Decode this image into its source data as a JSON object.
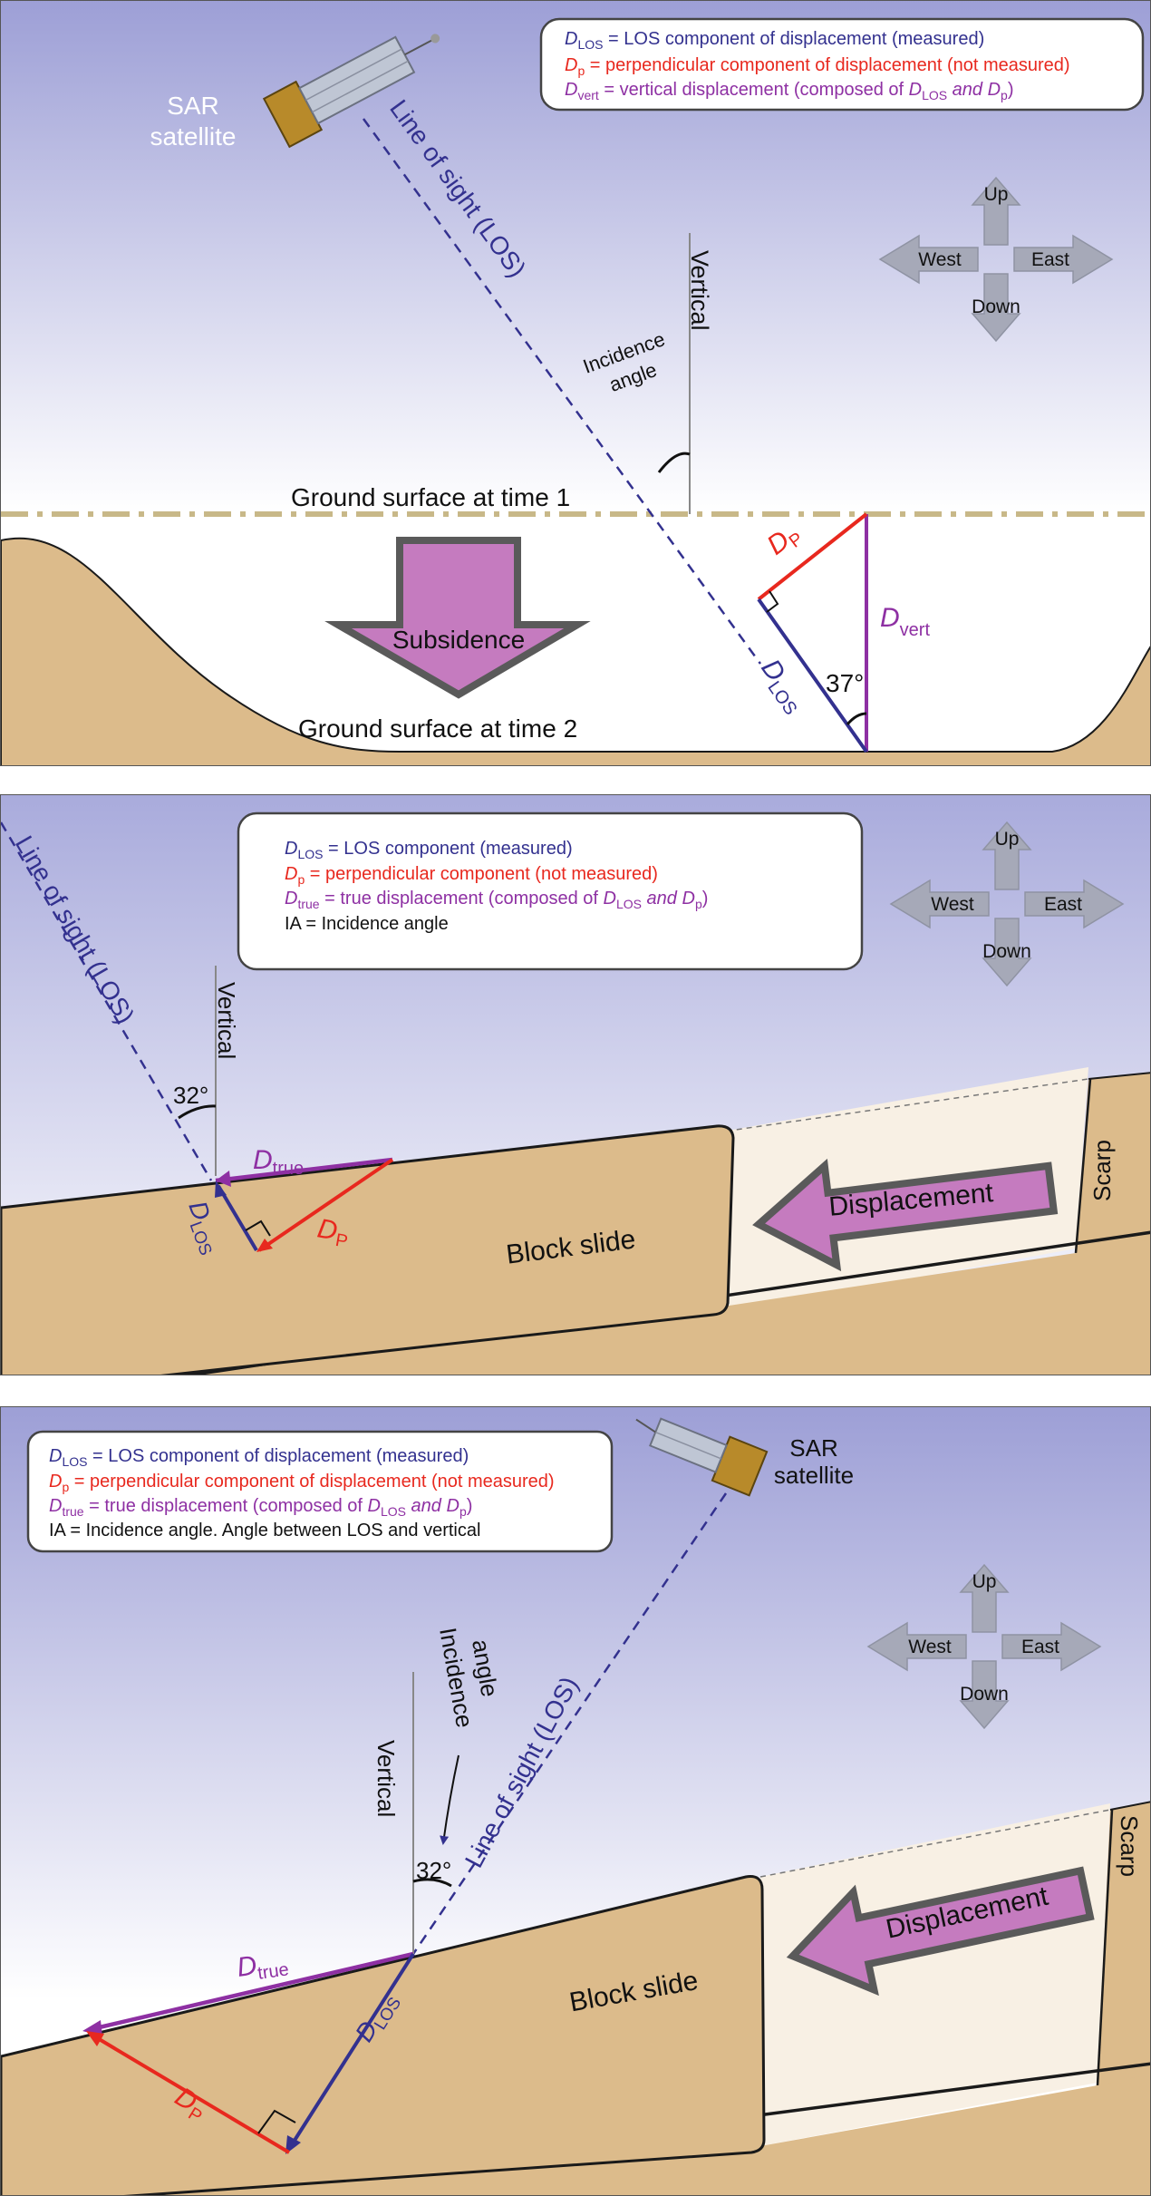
{
  "colors": {
    "sky_top": "#9d9fd6",
    "sky_bottom": "#ffffff",
    "ground": "#dcbb8b",
    "ground_line": "#1a1a1a",
    "los": "#33318f",
    "perp": "#e8281e",
    "vert_true": "#8e30a3",
    "arrow_fill": "#c57bbf",
    "arrow_edge": "#5a5a5a",
    "compass": "#a6a9b8",
    "datum": "#c8b888",
    "scarp_zone": "#f8f0e4"
  },
  "icons": [
    "satellite-icon",
    "compass-icon",
    "subsidence-arrow-icon",
    "displacement-arrow-icon"
  ],
  "panel1": {
    "legend": {
      "los_sub": "LOS",
      "los_text": " = LOS component of displacement (measured)",
      "p_sub": "p",
      "p_text": " = perpendicular component of displacement (not measured)",
      "vert_sub": "vert",
      "vert_text_a": " = vertical displacement (composed of ",
      "vert_text_b": " and ",
      "vert_text_c": ")"
    },
    "satellite_label": [
      "SAR",
      "satellite"
    ],
    "los_label": "Line of sight (LOS)",
    "vertical_label": "Vertical",
    "incidence_label": [
      "Incidence",
      "angle"
    ],
    "ground_time1": "Ground surface at time 1",
    "ground_time2": "Ground surface at time 2",
    "subsidence": "Subsidence",
    "angle": "37°",
    "d_p_sub": "P",
    "d_vert_sub": "vert",
    "d_los_sub": "LOS",
    "compass": {
      "up": "Up",
      "down": "Down",
      "west": "West",
      "east": "East"
    }
  },
  "panel2": {
    "legend": {
      "los_sub": "LOS",
      "los_text": " = LOS component (measured)",
      "p_sub": "p",
      "p_text": " = perpendicular component (not measured)",
      "true_sub": "true",
      "true_text_a": " = true displacement (composed of ",
      "true_text_b": " and ",
      "true_text_c": ")",
      "ia_text": "IA = Incidence angle"
    },
    "los_label": "Line of sight (LOS)",
    "vertical_label": "Vertical",
    "angle": "32°",
    "d_true_sub": "true",
    "d_p_sub": "P",
    "d_los_sub": "LOS",
    "block_slide": "Block slide",
    "displacement": "Displacement",
    "scarp": "Scarp",
    "compass": {
      "up": "Up",
      "down": "Down",
      "west": "West",
      "east": "East"
    }
  },
  "panel3": {
    "legend": {
      "los_sub": "LOS",
      "los_text": " = LOS component of displacement (measured)",
      "p_sub": "p",
      "p_text": " = perpendicular component of displacement (not measured)",
      "true_sub": "true",
      "true_text_a": " = true displacement (composed of ",
      "true_text_b": " and ",
      "true_text_c": ")",
      "ia_text": "IA = Incidence angle. Angle between LOS and vertical"
    },
    "satellite_label": [
      "SAR",
      "satellite"
    ],
    "los_label": "Line of sight (LOS)",
    "vertical_label": "Vertical",
    "incidence_label": [
      "Incidence",
      "angle"
    ],
    "angle": "32°",
    "d_true_sub": "true",
    "d_p_sub": "P",
    "d_los_sub": "LOS",
    "block_slide": "Block slide",
    "displacement": "Displacement",
    "scarp": "Scarp",
    "compass": {
      "up": "Up",
      "down": "Down",
      "west": "West",
      "east": "East"
    }
  }
}
